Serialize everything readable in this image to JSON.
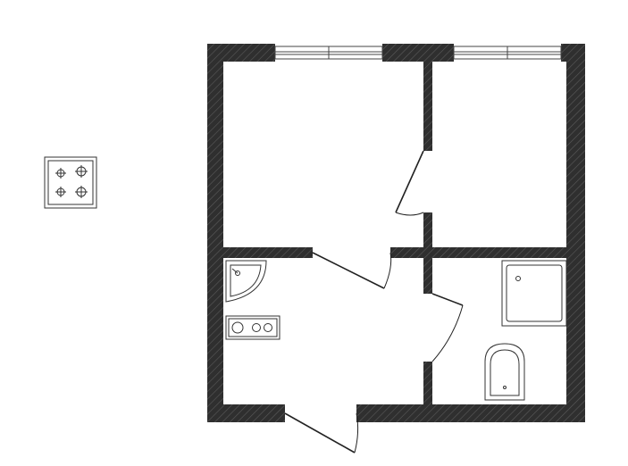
{
  "floor_plan": {
    "rooms": [
      {
        "id": "room-left",
        "label": ""
      },
      {
        "id": "room-right",
        "label": ""
      },
      {
        "id": "kitchen-hall",
        "label": ""
      },
      {
        "id": "bathroom",
        "label": ""
      }
    ],
    "fixtures": [
      "stove-icon",
      "corner-sink",
      "hob-icon",
      "shower-tray",
      "toilet"
    ],
    "colors": {
      "wall": "#2f2f2f",
      "hatch": "#4a4a4a",
      "line": "#333333",
      "background": "#ffffff"
    }
  }
}
